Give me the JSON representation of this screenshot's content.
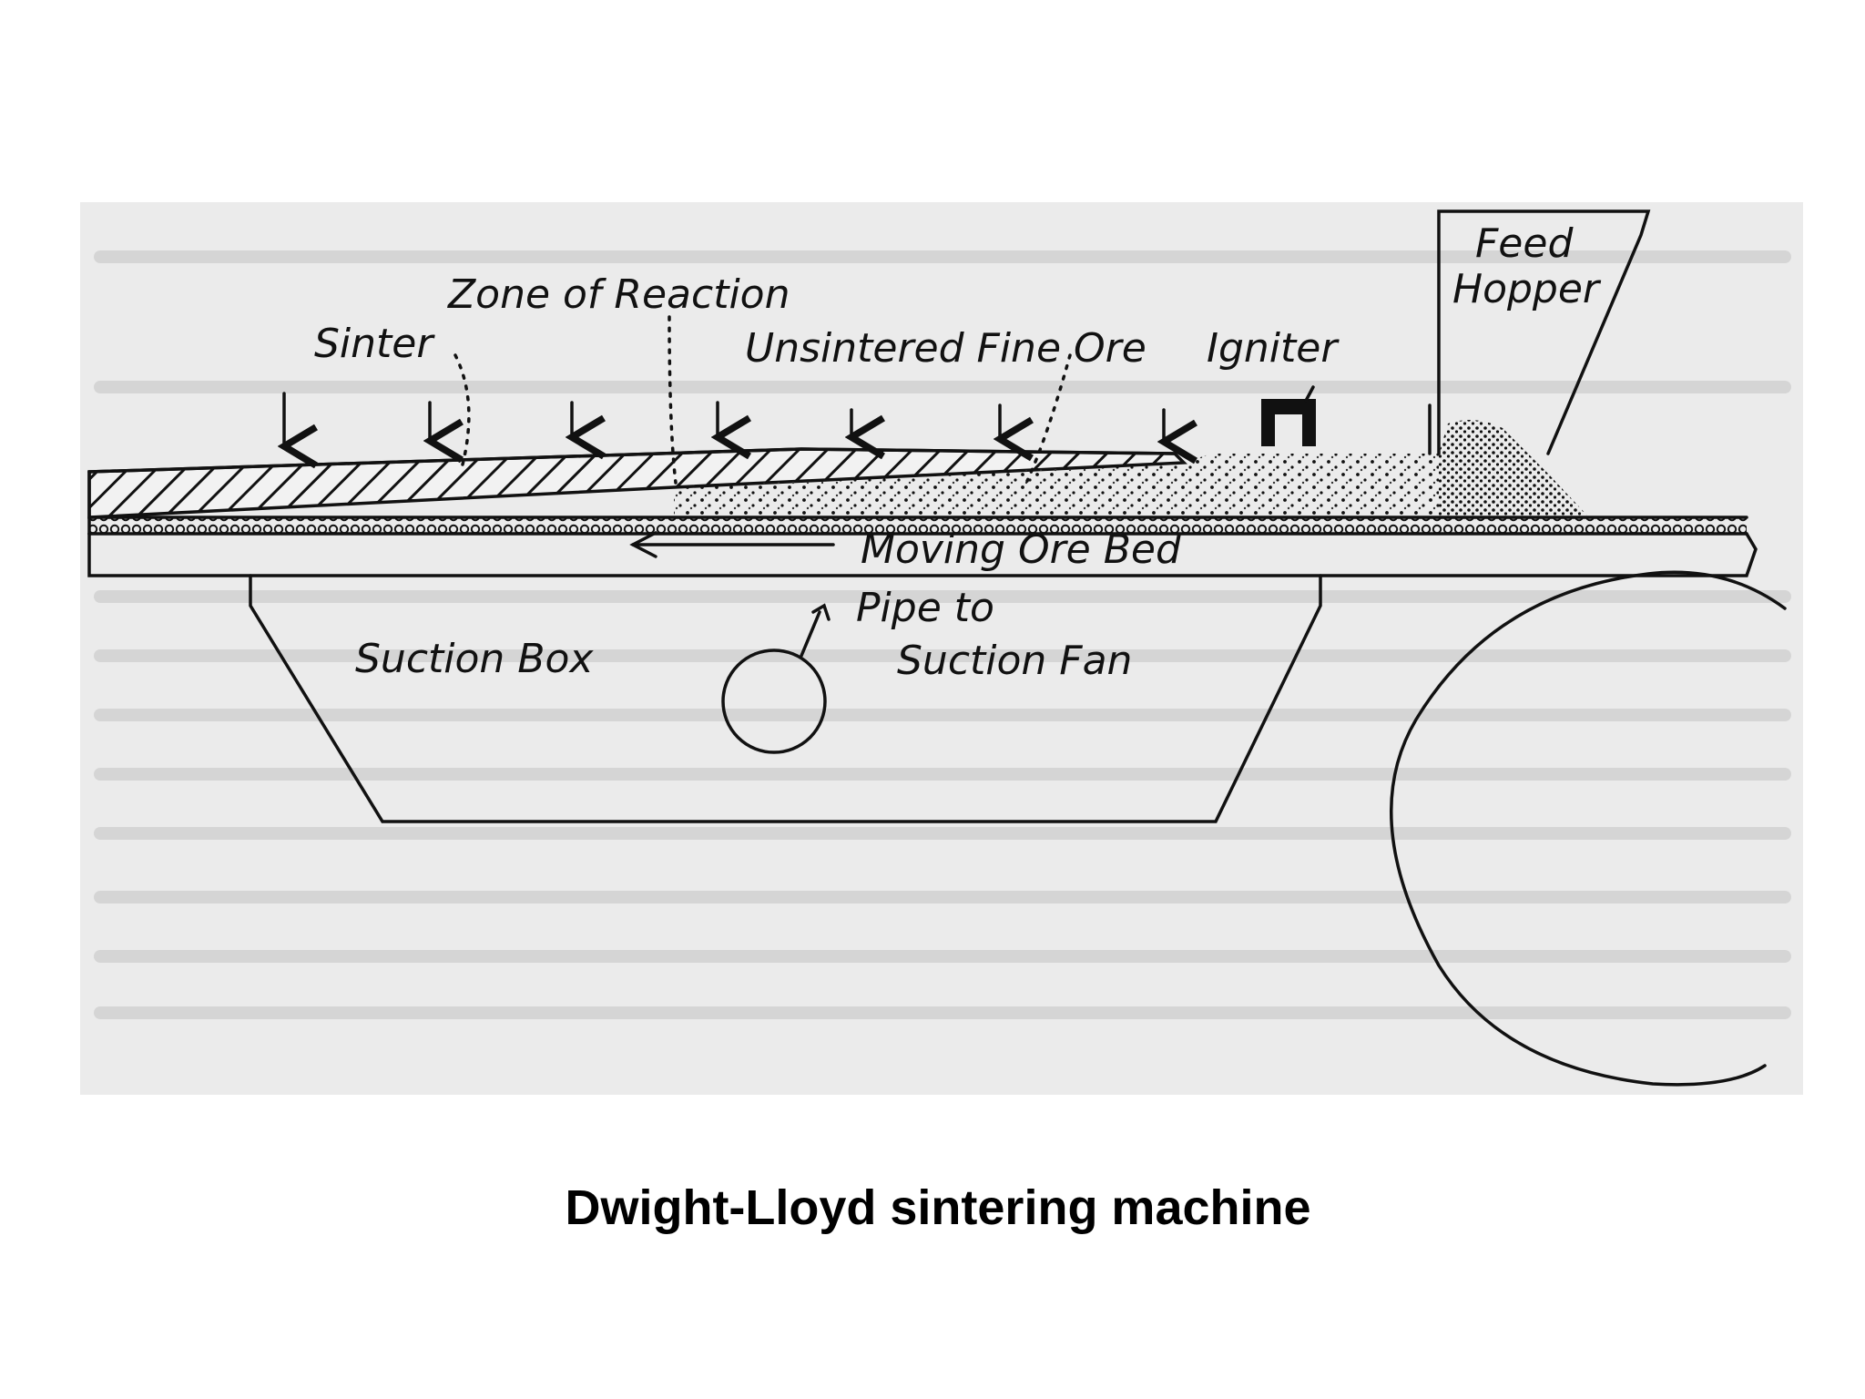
{
  "labels": {
    "feed": "Feed",
    "hopper": "Hopper",
    "zone_of_reaction": "Zone of Reaction",
    "sinter": "Sinter",
    "unsintered_fine_ore": "Unsintered Fine Ore",
    "igniter": "Igniter",
    "moving_ore_bed": "Moving Ore Bed",
    "pipe_to": "Pipe to",
    "suction_fan": "Suction Fan",
    "suction_box": "Suction Box"
  },
  "caption": "Dwight-Lloyd sintering machine",
  "colors": {
    "ink": "#111111",
    "paper": "#ebebeb",
    "page": "#ffffff"
  }
}
